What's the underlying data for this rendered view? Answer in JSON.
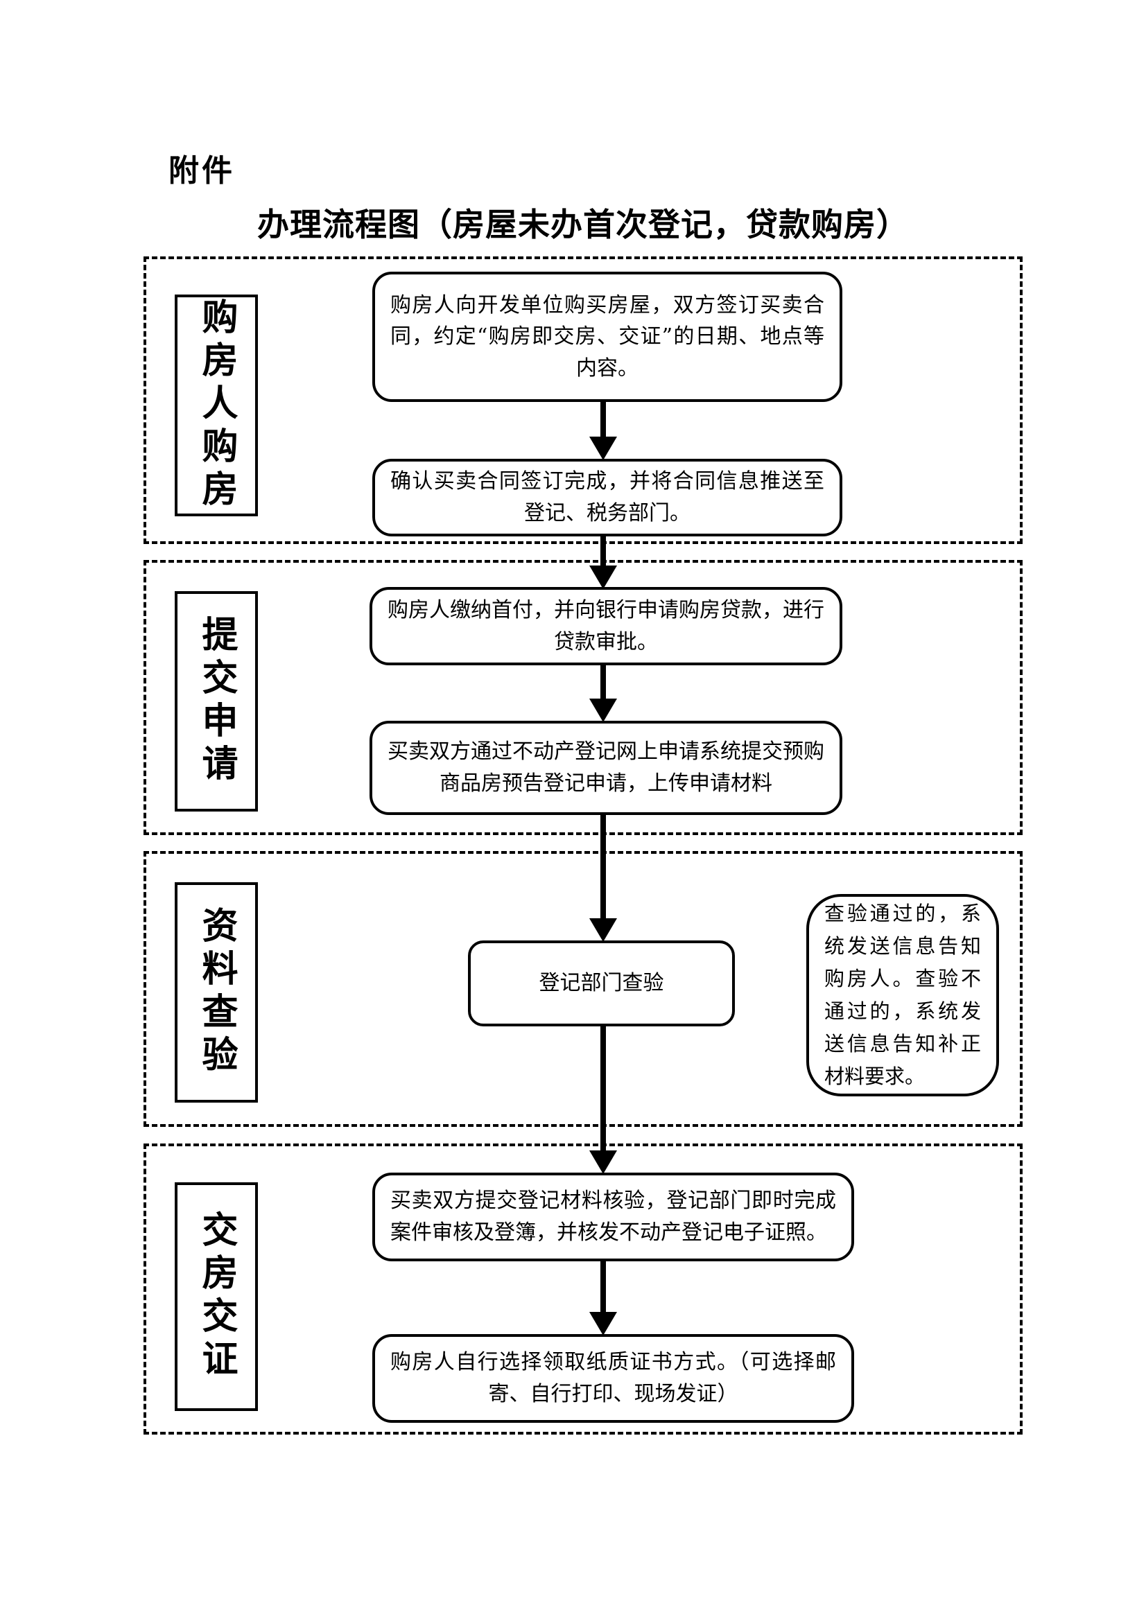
{
  "document": {
    "attachment_label": "附件",
    "title": "办理流程图（房屋未办首次登记，贷款购房）"
  },
  "colors": {
    "ink": "#000000",
    "paper": "#ffffff"
  },
  "sections": [
    {
      "label": "购房人购房",
      "steps": [
        "购房人向开发单位购买房屋，双方签订买卖合同，约定“购房即交房、交证”的日期、地点等内容。",
        "确认买卖合同签订完成，并将合同信息推送至登记、税务部门。"
      ]
    },
    {
      "label": "提交申请",
      "steps": [
        "购房人缴纳首付，并向银行申请购房贷款，进行贷款审批。",
        "买卖双方通过不动产登记网上申请系统提交预购商品房预告登记申请，上传申请材料"
      ]
    },
    {
      "label": "资料查验",
      "steps": [
        "登记部门查验"
      ],
      "note": "查验通过的，系统发送信息告知购房人。查验不通过的，系统发送信息告知补正材料要求。"
    },
    {
      "label": "交房交证",
      "steps": [
        "买卖双方提交登记材料核验，登记部门即时完成案件审核及登簿，并核发不动产登记电子证照。",
        "购房人自行选择领取纸质证书方式。（可选择邮寄、自行打印、现场发证）"
      ]
    }
  ]
}
